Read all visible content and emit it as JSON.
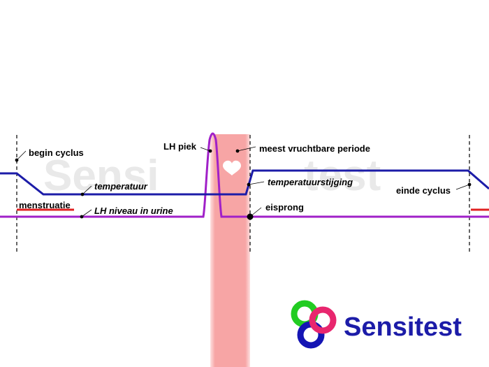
{
  "labels": {
    "begin_cyclus": "begin cyclus",
    "temperatuur": "temperatuur",
    "menstruatie": "menstruatie",
    "lh_niveau": "LH niveau in urine",
    "lh_piek": "LH piek",
    "vruchtbare_periode": "meest vruchtbare periode",
    "temperatuurstijging": "temperatuurstijging",
    "eisprong": "eisprong",
    "einde_cyclus": "einde cyclus"
  },
  "watermark": {
    "part1": "Sensi",
    "part2": "test"
  },
  "brand": {
    "name": "Sensitest"
  },
  "icons": {
    "fertile_window": "heart-icon",
    "logo": "sensitest-rings-logo"
  },
  "colors": {
    "temperature_line": "#1c1ca8",
    "lh_line": "#a020c8",
    "menstruation": "#e02020",
    "fertile_window": "#f7a5a5",
    "brand_text": "#1c1ca8",
    "ring_green": "#22cc22",
    "ring_pink": "#e8266e",
    "ring_blue": "#1414b4"
  }
}
